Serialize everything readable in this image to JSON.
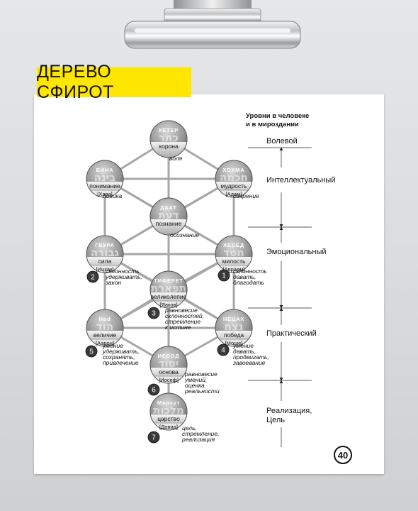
{
  "title": "ДЕРЕВО СФИРОТ",
  "page_number": "40",
  "levels": {
    "heading_line1": "Уровни в человеке",
    "heading_line2": "и в мироздании",
    "items": [
      {
        "line1": "Волевой",
        "line2": ""
      },
      {
        "line1": "Интеллектуальный",
        "line2": ""
      },
      {
        "line1": "Эмоциональный",
        "line2": ""
      },
      {
        "line1": "Практический",
        "line2": ""
      },
      {
        "line1": "Реализация,",
        "line2": "Цель"
      }
    ]
  },
  "sefirot": [
    {
      "id": "keter",
      "name": "КЕТЕР",
      "hebrew": "כתר",
      "meaning": "корона",
      "person": "",
      "number": ""
    },
    {
      "id": "bina",
      "name": "БИНА",
      "hebrew": "בינה",
      "meaning": "понимание",
      "person": "[Хава]",
      "number": ""
    },
    {
      "id": "hochma",
      "name": "ХОХМА",
      "hebrew": "חכמה",
      "meaning": "мудрость",
      "person": "[Адам]",
      "number": ""
    },
    {
      "id": "daat",
      "name": "ДААТ",
      "hebrew": "דעת",
      "meaning": "познание",
      "person": "",
      "number": ""
    },
    {
      "id": "gvura",
      "name": "ГВУРА",
      "hebrew": "גבורה",
      "meaning": "сила",
      "person": "[Ицхак]",
      "number": "2"
    },
    {
      "id": "hesed",
      "name": "ХЕСЕД",
      "hebrew": "חסד",
      "meaning": "милость",
      "person": "[Авраам]",
      "number": "1"
    },
    {
      "id": "tiferet",
      "name": "ТИФЕРЕТ",
      "hebrew": "תפארת",
      "meaning": "великолепие",
      "person": "[Яаков]",
      "number": "3"
    },
    {
      "id": "hod",
      "name": "Ноd",
      "hebrew": "הוד",
      "meaning": "величие",
      "person": "[Аарон]",
      "number": "5"
    },
    {
      "id": "netzah",
      "name": "НЕЦАХ",
      "hebrew": "נצח",
      "meaning": "победа",
      "person": "[Моше]",
      "number": "4"
    },
    {
      "id": "yesod",
      "name": "ИЕСОД",
      "hebrew": "יסוד",
      "meaning": "основа",
      "person": "[Иосеф]",
      "number": "6"
    },
    {
      "id": "malchut",
      "name": "Малхут",
      "hebrew": "מלכות",
      "meaning": "царство",
      "person": "[Давид]",
      "number": "7"
    }
  ],
  "annotations": {
    "volya": "воля",
    "logika": "логика",
    "ozarenie": "озарение",
    "osoznanie": "осознание",
    "gvura": [
      "склонность",
      "удерживать,",
      "закон"
    ],
    "hesed": [
      "склонность",
      "давать,",
      "благодать"
    ],
    "tiferet": [
      "равновесие",
      "склонностей,",
      "стремление",
      "к истине"
    ],
    "hod": [
      "умение",
      "удерживать,",
      "сохранять,",
      "привлечение"
    ],
    "netzah": [
      "умение",
      "давать,",
      "продвигать,",
      "завоевание"
    ],
    "yesod": [
      "равновесие",
      "умений,",
      "оценка",
      "реальности"
    ],
    "malchut": [
      "цель,",
      "стремление,",
      "реализация"
    ]
  }
}
